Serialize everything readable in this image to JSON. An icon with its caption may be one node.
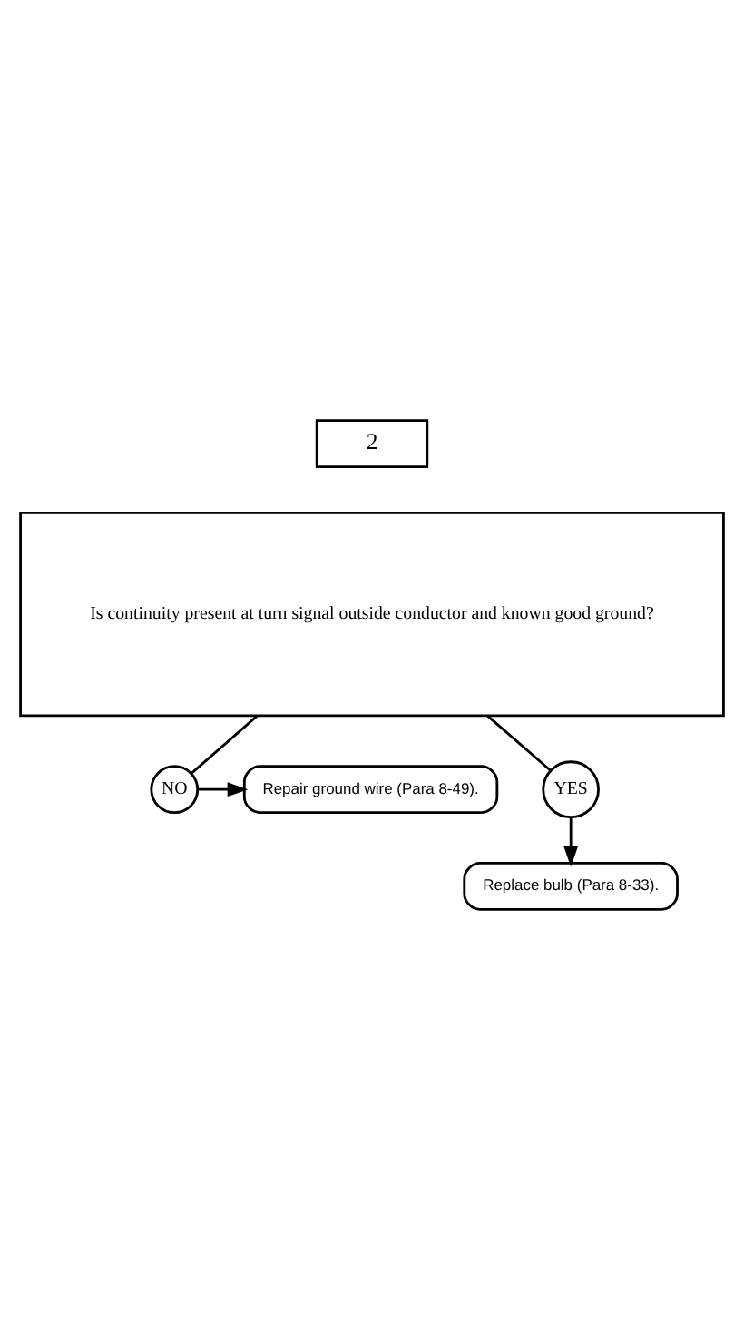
{
  "diagram": {
    "nodes": [
      {
        "text": [
          "2"
        ]
      },
      {
        "text": [
          "Is continuity present at turn signal outside conductor and known good ground?"
        ]
      },
      {
        "text": [
          "NO"
        ]
      },
      {
        "text": [
          "Repair ground wire (Para 8-49)."
        ]
      },
      {
        "text": [
          "YES"
        ]
      },
      {
        "text": [
          "Replace bulb (Para 8-33)."
        ]
      }
    ],
    "edges": [
      {
        "from": 1,
        "to": 2,
        "arrow": "none"
      },
      {
        "from": 2,
        "to": 3,
        "arrow": "to"
      },
      {
        "from": 1,
        "to": 4,
        "arrow": "none"
      },
      {
        "from": 4,
        "to": 5,
        "arrow": "to"
      }
    ]
  }
}
